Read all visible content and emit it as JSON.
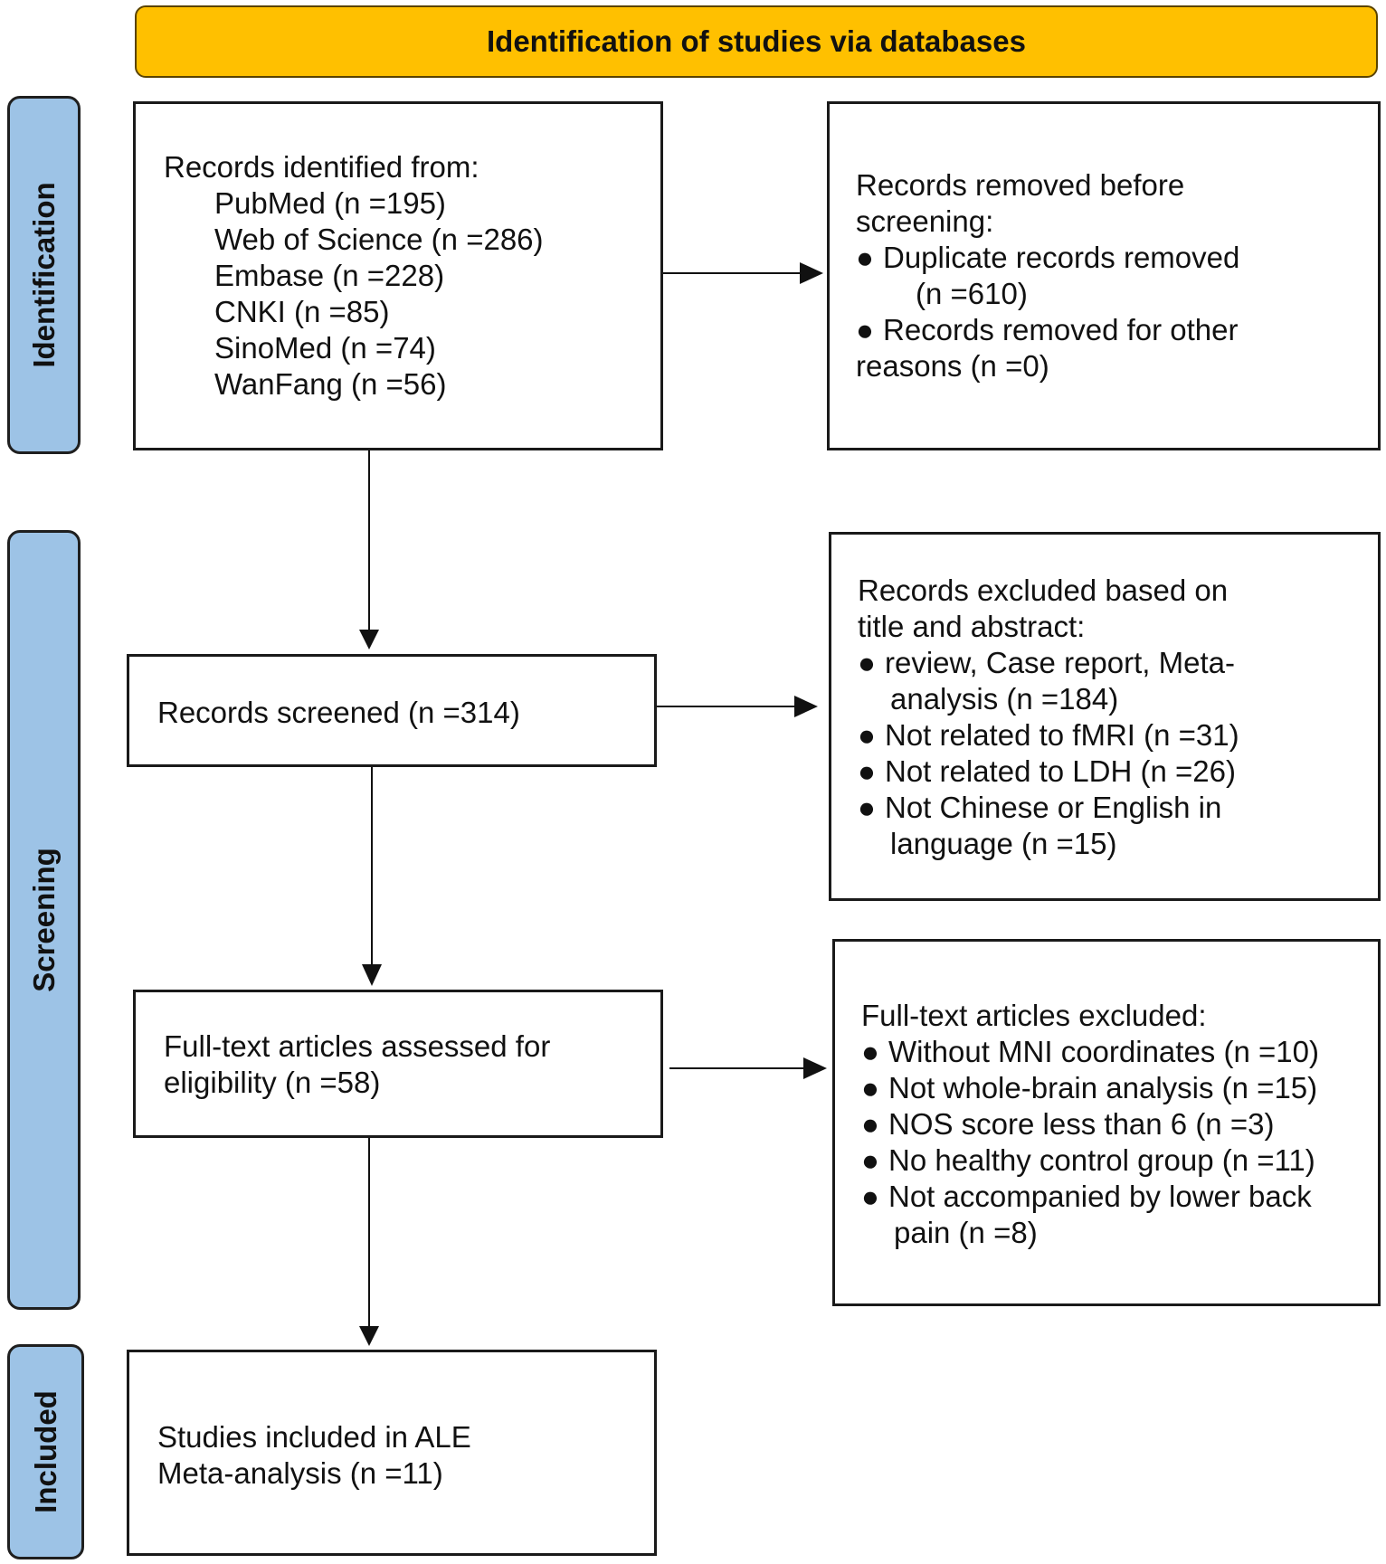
{
  "header": {
    "title": "Identification of studies via databases"
  },
  "phases": {
    "identification": "Identification",
    "screening": "Screening",
    "included": "Included"
  },
  "records_identified": {
    "title": "Records identified from:",
    "sources": [
      "PubMed (n =195)",
      "Web of Science (n =286)",
      "Embase (n =228)",
      "CNKI (n =85)",
      "SinoMed (n =74)",
      "WanFang (n =56)"
    ]
  },
  "records_removed": {
    "title_line1": "Records removed before",
    "title_line2": "screening:",
    "item1_line1": "Duplicate records removed",
    "item1_line2": "(n =610)",
    "item2_line1": "Records removed for other",
    "item2_line2": "reasons (n =0)"
  },
  "records_screened": {
    "text": "Records screened (n =314)"
  },
  "records_excluded": {
    "title_line1": "Records excluded based on",
    "title_line2": "title and abstract:",
    "item1_line1": "review, Case report, Meta-",
    "item1_line2": "analysis (n =184)",
    "item2": "Not related to fMRI (n =31)",
    "item3": "Not related to LDH (n =26)",
    "item4_line1": "Not Chinese or English in",
    "item4_line2": "language (n =15)"
  },
  "fulltext_assessed": {
    "line1": "Full-text articles assessed for",
    "line2": "eligibility (n =58)"
  },
  "fulltext_excluded": {
    "title": "Full-text articles excluded:",
    "item1": "Without MNI coordinates (n =10)",
    "item2": "Not whole-brain analysis (n =15)",
    "item3": "NOS score less than 6 (n =3)",
    "item4": "No healthy control group (n =11)",
    "item5_line1": "Not accompanied by lower back",
    "item5_line2": "pain (n =8)"
  },
  "included_studies": {
    "line1": "Studies included in ALE",
    "line2": "Meta-analysis (n =11)"
  },
  "bullet_symbol": "●"
}
